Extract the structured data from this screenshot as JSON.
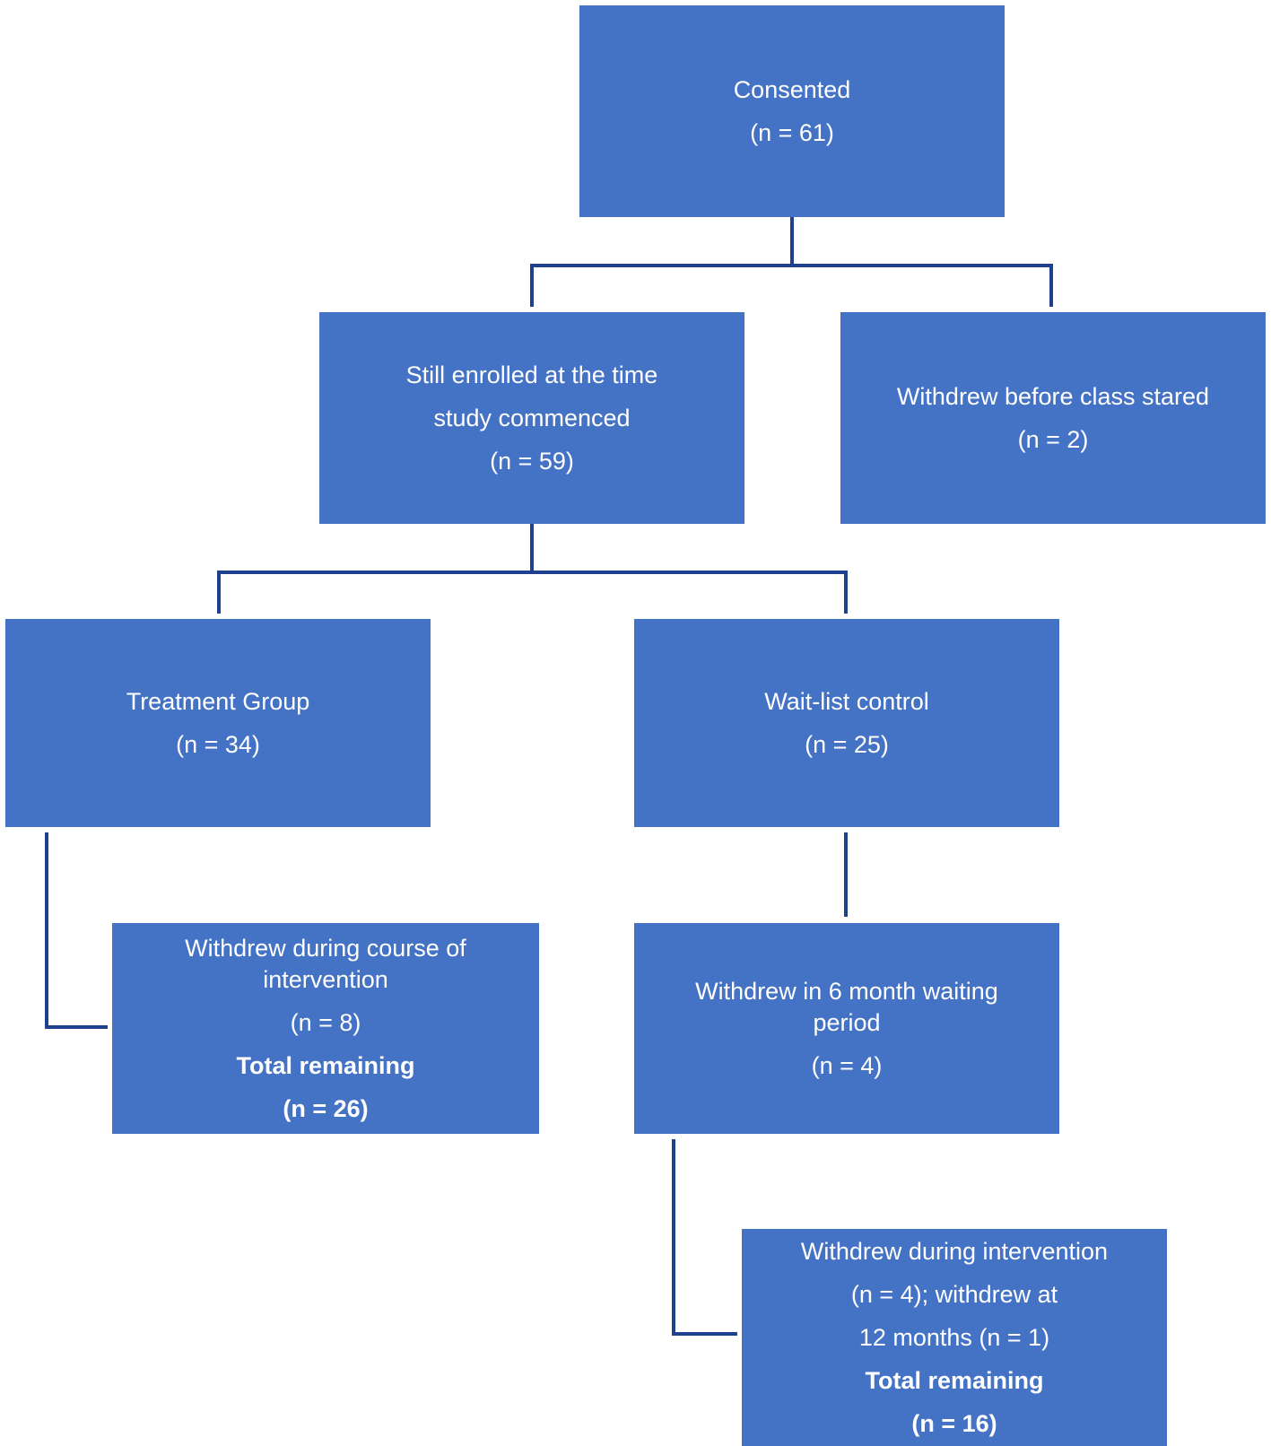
{
  "nodes": {
    "consented": {
      "lines": [
        "Consented",
        "(n = 61)"
      ]
    },
    "still_enrolled": {
      "lines": [
        "Still enrolled at the time",
        "study commenced",
        "(n = 59)"
      ]
    },
    "withdrew_before_class": {
      "lines": [
        "Withdrew before class stared",
        "(n = 2)"
      ]
    },
    "treatment_group": {
      "lines": [
        "Treatment Group",
        "(n = 34)"
      ]
    },
    "wait_list_control": {
      "lines": [
        "Wait-list control",
        "(n = 25)"
      ]
    },
    "withdrew_during_course": {
      "lines": [
        "Withdrew during course of",
        "intervention",
        "(n = 8)"
      ],
      "total_label": "Total remaining",
      "total_value": "(n = 26)"
    },
    "withdrew_waiting_period": {
      "lines": [
        "Withdrew in 6 month waiting",
        "period",
        "(n = 4)"
      ]
    },
    "withdrew_during_intervention": {
      "lines": [
        "Withdrew during intervention",
        "(n = 4); withdrew at",
        "12 months (n = 1)"
      ],
      "total_label": "Total remaining",
      "total_value": "(n = 16)"
    }
  },
  "colors": {
    "box_fill": "#4472c4",
    "connector": "#1f3f8f",
    "text": "#ffffff"
  }
}
